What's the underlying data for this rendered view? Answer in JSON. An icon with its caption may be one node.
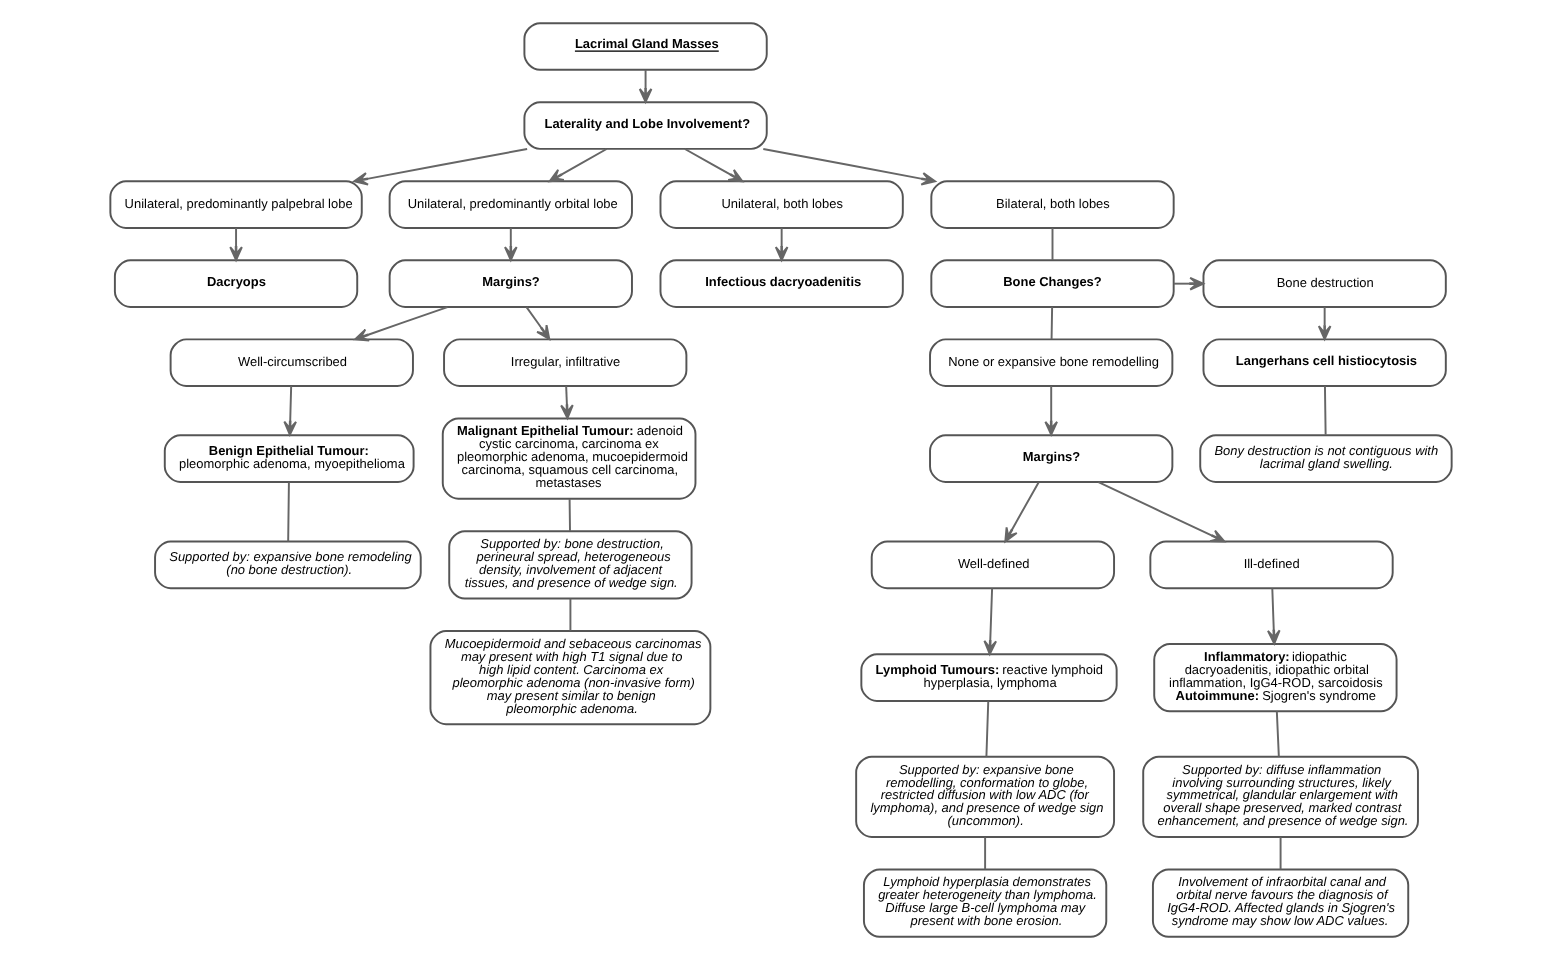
{
  "diagram": {
    "nodes": [
      {
        "text": [
          "Lacrimal Gland Masses"
        ]
      },
      {
        "text": [
          "Laterality and Lobe Involvement?"
        ]
      },
      {
        "text": [
          "Unilateral, predominantly palpebral lobe"
        ]
      },
      {
        "text": [
          "Unilateral, predominantly orbital lobe"
        ]
      },
      {
        "text": [
          "Unilateral, both lobes"
        ]
      },
      {
        "text": [
          "Bilateral, both lobes"
        ]
      },
      {
        "text": [
          "Dacryops"
        ]
      },
      {
        "text": [
          "Margins?"
        ]
      },
      {
        "text": [
          "Infectious dacryoadenitis"
        ]
      },
      {
        "text": [
          "Bone Changes?"
        ]
      },
      {
        "text": [
          "Bone destruction"
        ]
      },
      {
        "text": [
          "Well-circumscribed"
        ]
      },
      {
        "text": [
          "Irregular, infiltrative"
        ]
      },
      {
        "text": [
          "None or expansive bone remodelling"
        ]
      },
      {
        "text": [
          "Langerhans cell histiocytosis"
        ]
      },
      {
        "text": [
          "**Benign Epithelial Tumour:** pleomorphic adenoma, myoepithelioma"
        ]
      },
      {
        "text": [
          "**Malignant Epithelial Tumour:** adenoid cystic carcinoma, carcinoma ex pleomorphic adenoma, mucoepidermoid carcinoma, squamous cell carcinoma, metastases"
        ]
      },
      {
        "text": [
          "Margins?"
        ]
      },
      {
        "text": [
          "Bony destruction is not contiguous with lacrimal gland swelling."
        ]
      },
      {
        "text": [
          "Supported by: expansive bone remodeling (no bone destruction)."
        ]
      },
      {
        "text": [
          "Supported by: bone destruction, perineural spread, heterogeneous density, involvement of adjacent tissues, and presence of wedge sign."
        ]
      },
      {
        "text": [
          "Well-defined"
        ]
      },
      {
        "text": [
          "Ill-defined"
        ]
      },
      {
        "text": [
          "Mucoepidermoid and sebaceous carcinomas may present with high T1 signal due to high lipid content. Carcinoma ex pleomorphic adenoma (non-invasive form) may present similar to benign pleomorphic adenoma."
        ]
      },
      {
        "text": [
          "**Lymphoid Tumours:** reactive lymphoid hyperplasia, lymphoma"
        ]
      },
      {
        "text": [
          "**Inflammatory:** idiopathic dacryoadenitis, idiopathic orbital inflammation, IgG4-ROD, sarcoidosis",
          "**Autoimmune:** Sjogren's syndrome"
        ]
      },
      {
        "text": [
          "Supported by: expansive bone remodelling, conformation to globe, restricted diffusion with low ADC (for lymphoma), and presence of wedge sign (uncommon)."
        ]
      },
      {
        "text": [
          "Supported by: diffuse inflammation involving surrounding structures, likely symmetrical, glandular enlargement with overall shape preserved, marked contrast enhancement, and presence of wedge sign."
        ]
      },
      {
        "text": [
          "Lymphoid hyperplasia demonstrates greater heterogeneity than lymphoma. Diffuse large B-cell lymphoma may present with bone erosion."
        ]
      },
      {
        "text": [
          "Involvement of infraorbital canal and orbital nerve favours the diagnosis of IgG4-ROD. Affected glands in Sjogren's syndrome may show low ADC values."
        ]
      }
    ],
    "edges": [
      {
        "from": 0,
        "to": 1,
        "arrow": "to"
      },
      {
        "from": 1,
        "to": 2,
        "arrow": "to"
      },
      {
        "from": 1,
        "to": 3,
        "arrow": "to"
      },
      {
        "from": 1,
        "to": 4,
        "arrow": "to"
      },
      {
        "from": 1,
        "to": 5,
        "arrow": "to"
      },
      {
        "from": 2,
        "to": 6,
        "arrow": "to"
      },
      {
        "from": 3,
        "to": 7,
        "arrow": "to"
      },
      {
        "from": 4,
        "to": 8,
        "arrow": "to"
      },
      {
        "from": 5,
        "to": 9,
        "arrow": "none"
      },
      {
        "from": 9,
        "to": 10,
        "arrow": "to"
      },
      {
        "from": 9,
        "to": 13,
        "arrow": "none"
      },
      {
        "from": 10,
        "to": 14,
        "arrow": "to"
      },
      {
        "from": 7,
        "to": 11,
        "arrow": "to"
      },
      {
        "from": 7,
        "to": 12,
        "arrow": "to"
      },
      {
        "from": 13,
        "to": 17,
        "arrow": "to"
      },
      {
        "from": 14,
        "to": 18,
        "arrow": "none"
      },
      {
        "from": 11,
        "to": 15,
        "arrow": "to"
      },
      {
        "from": 12,
        "to": 16,
        "arrow": "to"
      },
      {
        "from": 15,
        "to": 19,
        "arrow": "none"
      },
      {
        "from": 16,
        "to": 20,
        "arrow": "none"
      },
      {
        "from": 17,
        "to": 21,
        "arrow": "to"
      },
      {
        "from": 17,
        "to": 22,
        "arrow": "to"
      },
      {
        "from": 20,
        "to": 23,
        "arrow": "none"
      },
      {
        "from": 21,
        "to": 24,
        "arrow": "to"
      },
      {
        "from": 22,
        "to": 25,
        "arrow": "to"
      },
      {
        "from": 24,
        "to": 26,
        "arrow": "none"
      },
      {
        "from": 25,
        "to": 27,
        "arrow": "none"
      },
      {
        "from": 26,
        "to": 28,
        "arrow": "none"
      },
      {
        "from": 27,
        "to": 29,
        "arrow": "none"
      }
    ]
  }
}
